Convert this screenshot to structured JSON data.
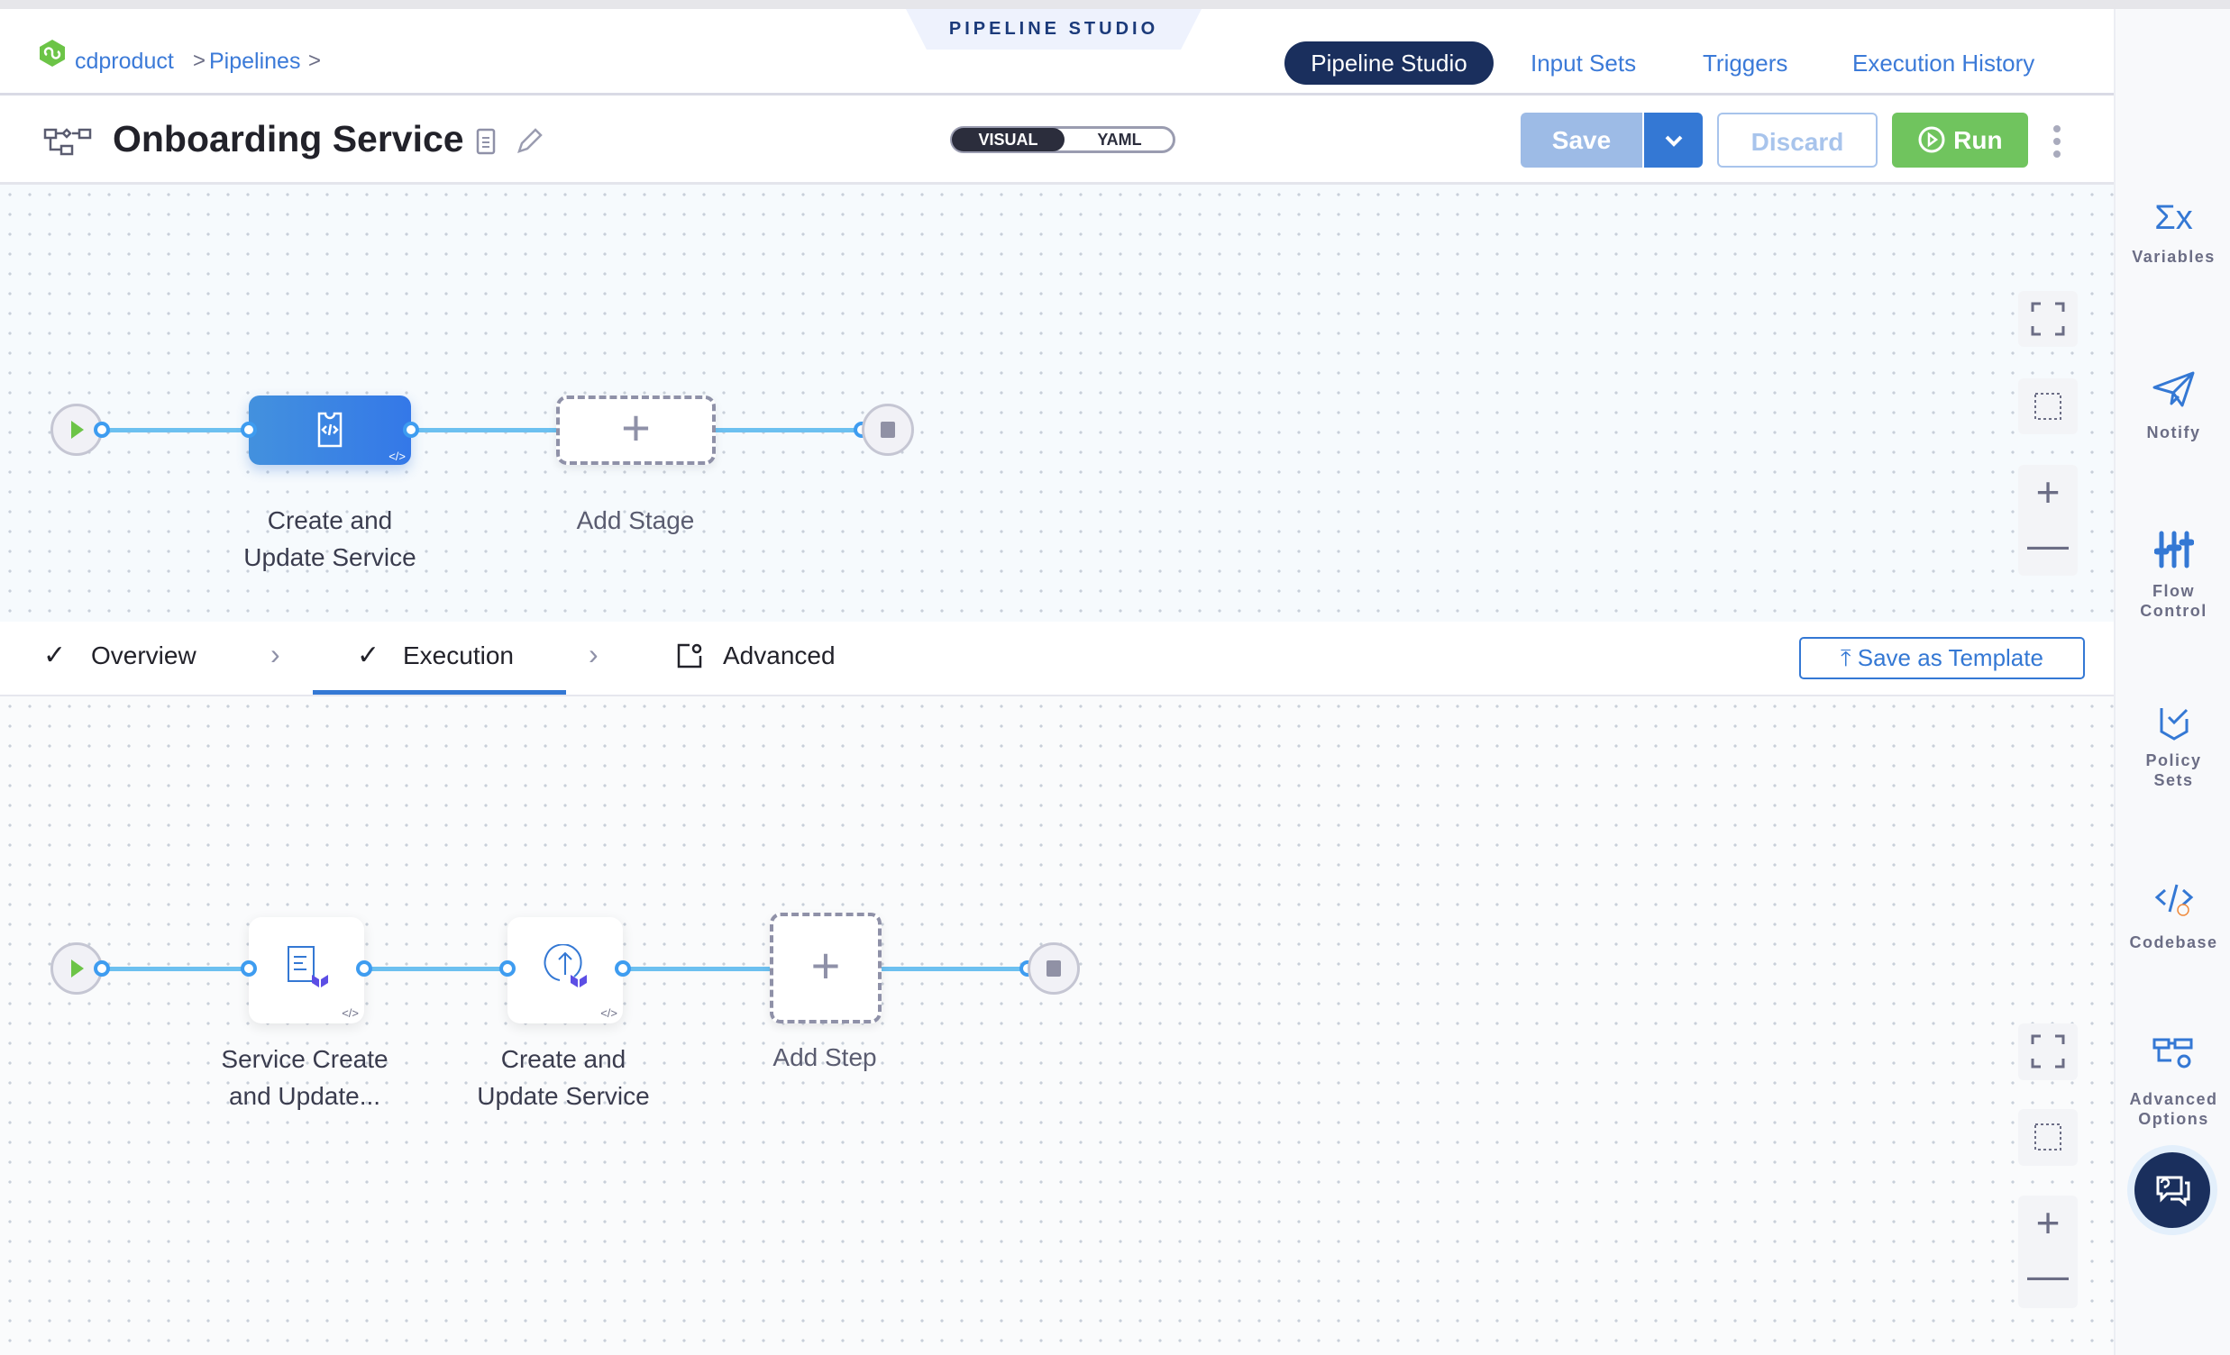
{
  "breadcrumb": {
    "project": "cdproduct",
    "pipelines": "Pipelines",
    "separator": ">"
  },
  "studio_tag": "PIPELINE STUDIO",
  "nav": [
    {
      "label": "Pipeline Studio",
      "active": true
    },
    {
      "label": "Input Sets"
    },
    {
      "label": "Triggers"
    },
    {
      "label": "Execution History"
    }
  ],
  "pipeline": {
    "title": "Onboarding Service"
  },
  "view_toggle": {
    "visual": "VISUAL",
    "yaml": "YAML",
    "selected": "VISUAL"
  },
  "actions": {
    "save": "Save",
    "discard": "Discard",
    "run": "Run"
  },
  "stages": {
    "items": [
      {
        "label": "Create and Update Service",
        "icon": "custom-stage-icon"
      }
    ],
    "add_label": "Add Stage"
  },
  "tabs": {
    "items": [
      {
        "label": "Overview",
        "status": "check"
      },
      {
        "label": "Execution",
        "status": "check",
        "active": true
      },
      {
        "label": "Advanced",
        "icon": "advanced-icon"
      }
    ],
    "save_template": "Save as Template"
  },
  "steps": {
    "items": [
      {
        "label_line1": "Service Create",
        "label_line2": "and Update...",
        "icon": "service-terraform-icon"
      },
      {
        "label_line1": "Create and",
        "label_line2": "Update Service",
        "icon": "upload-terraform-icon"
      }
    ],
    "add_label": "Add Step"
  },
  "stage_label": {
    "line1": "Create and",
    "line2": "Update Service"
  },
  "sidebar": [
    {
      "label": "Variables"
    },
    {
      "label": "Notify"
    },
    {
      "label": "Flow",
      "label2": "Control"
    },
    {
      "label": "Policy",
      "label2": "Sets"
    },
    {
      "label": "Codebase"
    },
    {
      "label": "Advanced",
      "label2": "Options"
    }
  ],
  "colors": {
    "primary": "#3478d4",
    "nav_active": "#1a2f5d",
    "run": "#70c45e",
    "edge": "#6cc0f0"
  }
}
